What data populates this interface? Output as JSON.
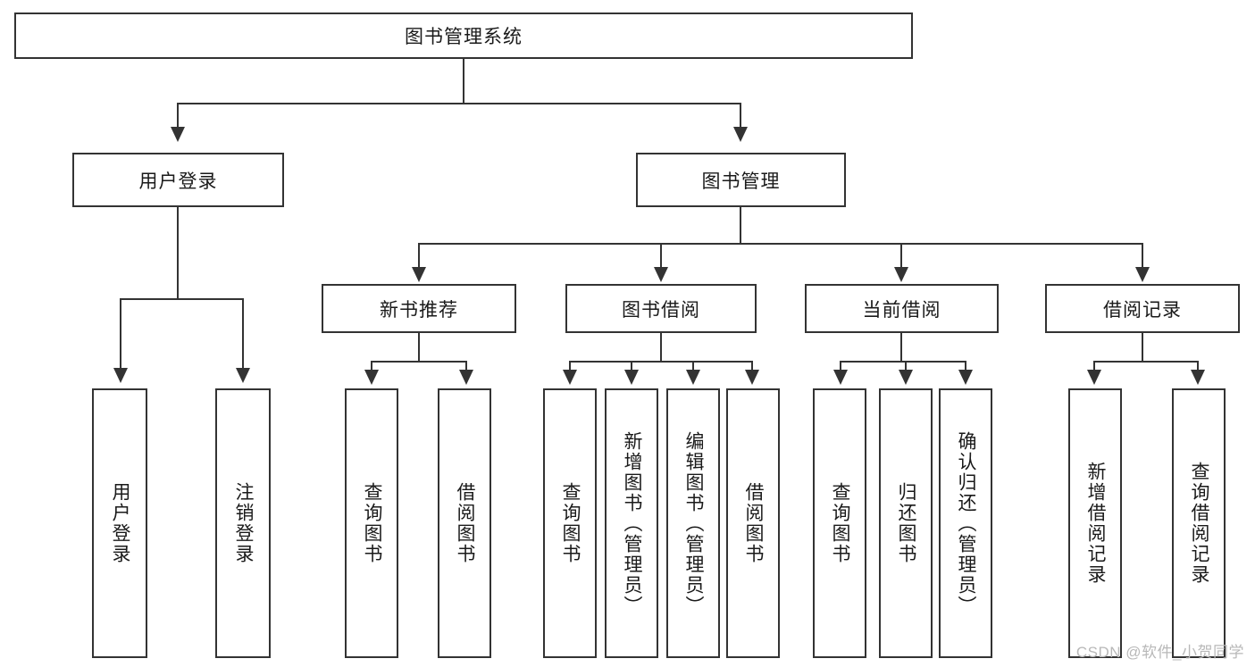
{
  "diagram": {
    "title": "图书管理系统",
    "type": "hierarchy-tree",
    "root": {
      "label": "图书管理系统"
    },
    "level2": [
      {
        "label": "用户登录"
      },
      {
        "label": "图书管理"
      }
    ],
    "level3": [
      {
        "label": "新书推荐"
      },
      {
        "label": "图书借阅"
      },
      {
        "label": "当前借阅"
      },
      {
        "label": "借阅记录"
      }
    ],
    "leaves": {
      "user_login": [
        {
          "label": "用户登录"
        },
        {
          "label": "注销登录"
        }
      ],
      "new_book_recommend": [
        {
          "label": "查询图书"
        },
        {
          "label": "借阅图书"
        }
      ],
      "book_borrow": [
        {
          "label": "查询图书"
        },
        {
          "label": "新增图书（管理员）"
        },
        {
          "label": "编辑图书（管理员）"
        },
        {
          "label": "借阅图书"
        }
      ],
      "current_borrow": [
        {
          "label": "查询图书"
        },
        {
          "label": "归还图书"
        },
        {
          "label": "确认归还（管理员）"
        }
      ],
      "borrow_record": [
        {
          "label": "新增借阅记录"
        },
        {
          "label": "查询借阅记录"
        }
      ]
    }
  },
  "watermark": {
    "text": "CSDN @软件_小贺同学"
  },
  "colors": {
    "border": "#333333",
    "background": "#ffffff",
    "text": "#1a1a1a",
    "watermark": "#b8b8b8"
  }
}
